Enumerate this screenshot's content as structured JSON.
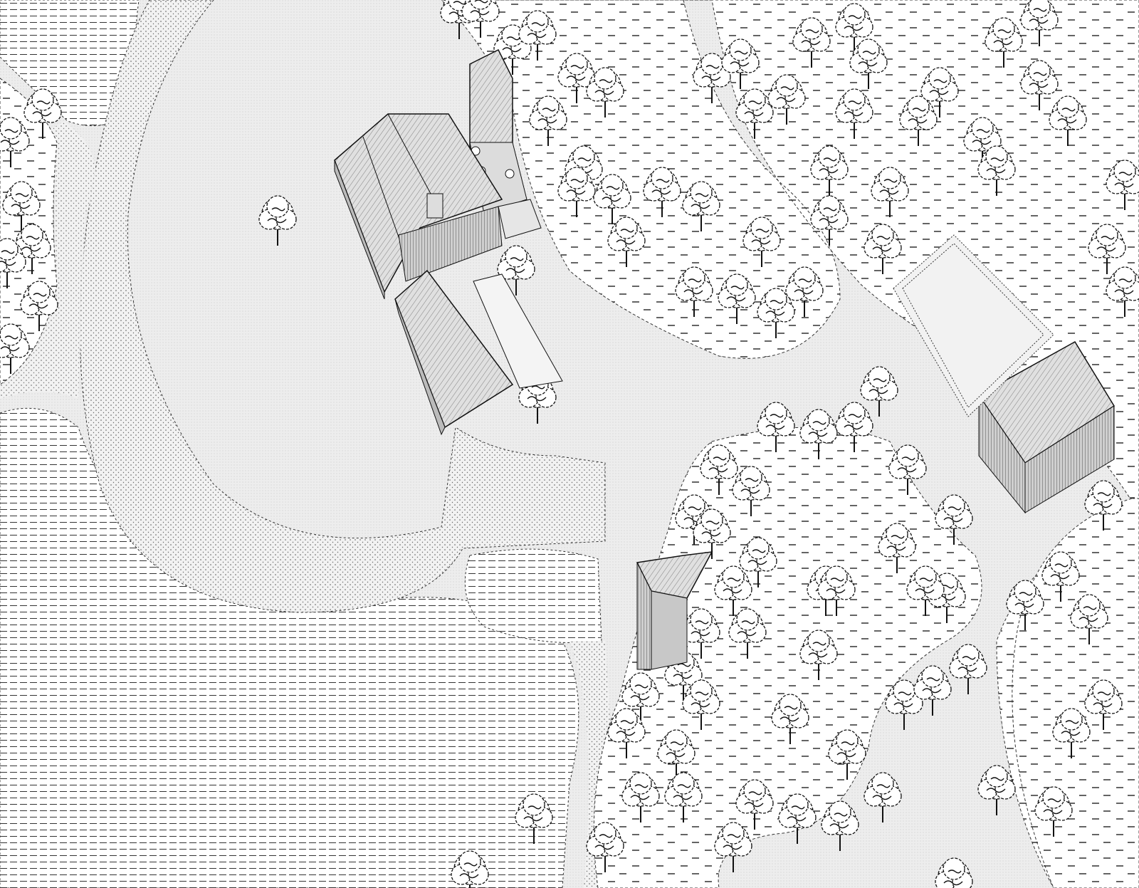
{
  "drawing": {
    "kind": "axonometric site plan",
    "colors": {
      "paper": "#ffffff",
      "ground": "#ececec",
      "ink": "#111111",
      "path_stipple": "#555555",
      "roof": "#d6d6d6"
    },
    "layers": [
      "fields-hatch",
      "lawn",
      "gravel-paths",
      "woodland-meadow",
      "trees",
      "buildings"
    ],
    "buildings": [
      "main-house",
      "tower",
      "garage-shed",
      "guest-cabin",
      "barn",
      "garden-enclosure"
    ]
  }
}
